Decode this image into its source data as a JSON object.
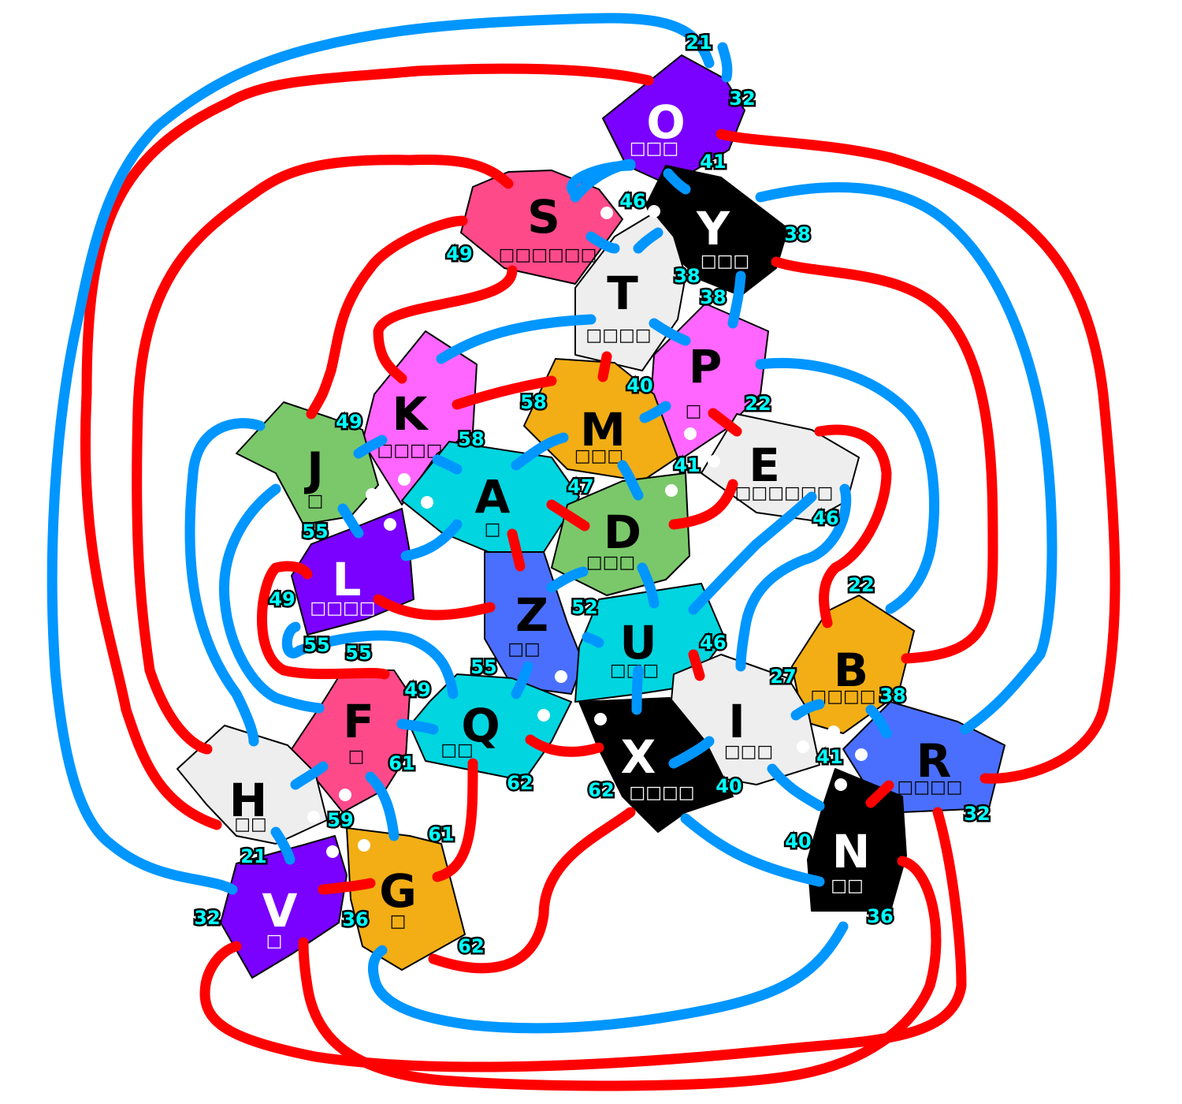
{
  "tiles": [
    {
      "id": "O",
      "color": "#7a00ff",
      "text_color": "#ffffff",
      "slots": "□□□"
    },
    {
      "id": "S",
      "color": "#ff4a8a",
      "text_color": "#000000",
      "slots": "□□□□□□"
    },
    {
      "id": "Y",
      "color": "#000000",
      "text_color": "#ffffff",
      "slots": "□□□"
    },
    {
      "id": "T",
      "color": "#eeeeee",
      "text_color": "#000000",
      "slots": "□□□□"
    },
    {
      "id": "P",
      "color": "#ff66ff",
      "text_color": "#000000",
      "slots": "□"
    },
    {
      "id": "K",
      "color": "#ff66ff",
      "text_color": "#000000",
      "slots": "□□□□"
    },
    {
      "id": "M",
      "color": "#f2ae14",
      "text_color": "#000000",
      "slots": "□□□"
    },
    {
      "id": "E",
      "color": "#eeeeee",
      "text_color": "#000000",
      "slots": "□□□□□□"
    },
    {
      "id": "J",
      "color": "#7ac86a",
      "text_color": "#000000",
      "slots": "□"
    },
    {
      "id": "A",
      "color": "#00d5e0",
      "text_color": "#000000",
      "slots": "□"
    },
    {
      "id": "D",
      "color": "#7ac86a",
      "text_color": "#000000",
      "slots": "□□□"
    },
    {
      "id": "L",
      "color": "#7a00ff",
      "text_color": "#ffffff",
      "slots": "□□□□"
    },
    {
      "id": "Z",
      "color": "#4a6fff",
      "text_color": "#000000",
      "slots": "□□"
    },
    {
      "id": "U",
      "color": "#00d5e0",
      "text_color": "#000000",
      "slots": "□□□"
    },
    {
      "id": "B",
      "color": "#f2ae14",
      "text_color": "#000000",
      "slots": "□□□□"
    },
    {
      "id": "F",
      "color": "#ff4a8a",
      "text_color": "#000000",
      "slots": "□"
    },
    {
      "id": "Q",
      "color": "#00d5e0",
      "text_color": "#000000",
      "slots": "□□"
    },
    {
      "id": "I",
      "color": "#eeeeee",
      "text_color": "#000000",
      "slots": "□□□"
    },
    {
      "id": "X",
      "color": "#000000",
      "text_color": "#ffffff",
      "slots": "□□□□"
    },
    {
      "id": "R",
      "color": "#4a6fff",
      "text_color": "#000000",
      "slots": "□□□□"
    },
    {
      "id": "H",
      "color": "#eeeeee",
      "text_color": "#000000",
      "slots": "□□"
    },
    {
      "id": "N",
      "color": "#000000",
      "text_color": "#ffffff",
      "slots": "□□"
    },
    {
      "id": "V",
      "color": "#7a00ff",
      "text_color": "#ffffff",
      "slots": "□"
    },
    {
      "id": "G",
      "color": "#f2ae14",
      "text_color": "#000000",
      "slots": "□"
    }
  ],
  "labels": [
    "21",
    "32",
    "41",
    "46",
    "38",
    "38",
    "38",
    "49",
    "49",
    "58",
    "58",
    "40",
    "22",
    "41",
    "47",
    "49",
    "55",
    "55",
    "49",
    "55",
    "55",
    "52",
    "22",
    "46",
    "46",
    "49",
    "55",
    "27",
    "38",
    "61",
    "62",
    "61",
    "59",
    "21",
    "32",
    "36",
    "62",
    "62",
    "40",
    "41",
    "40",
    "32",
    "36"
  ],
  "colors": {
    "wire_red": "#ff0000",
    "wire_blue": "#0096ff",
    "label_cyan": "#00ffff",
    "background": "#ffffff"
  }
}
